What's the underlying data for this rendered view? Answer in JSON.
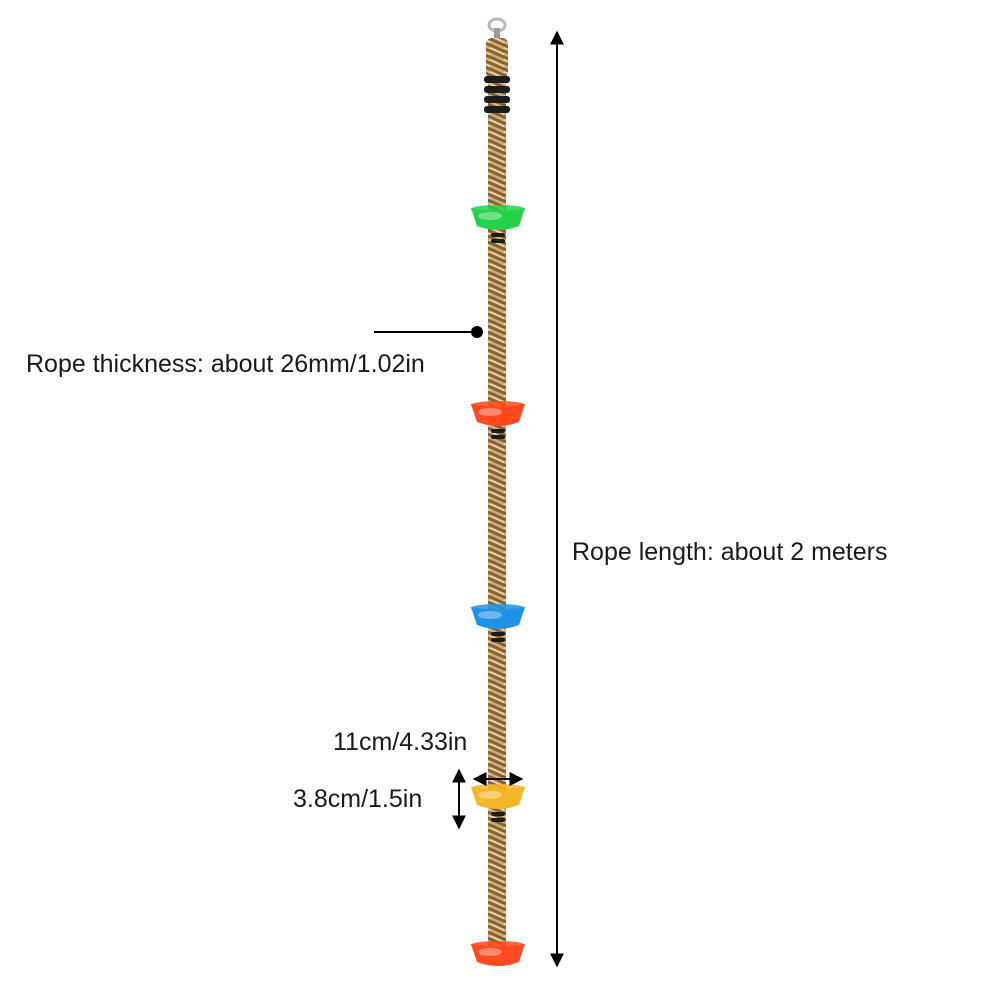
{
  "labels": {
    "rope_thickness": "Rope thickness: about 26mm/1.02in",
    "rope_length": "Rope length: about 2 meters",
    "step_width": "11cm/4.33in",
    "step_height": "3.8cm/1.5in"
  },
  "colors": {
    "rope_light": "#e6cfa0",
    "rope_dark": "#8a6232",
    "ring": "#1c1c1c",
    "dimension_line": "#000000",
    "hook": "#b8b8b8",
    "step_1": "#22d34a",
    "step_2": "#ff4a1f",
    "step_3": "#1e93e6",
    "step_4": "#f5b626",
    "step_5": "#ff4a1f"
  },
  "icons": {
    "hook": "hook-icon",
    "arrow": "arrowhead-icon"
  }
}
